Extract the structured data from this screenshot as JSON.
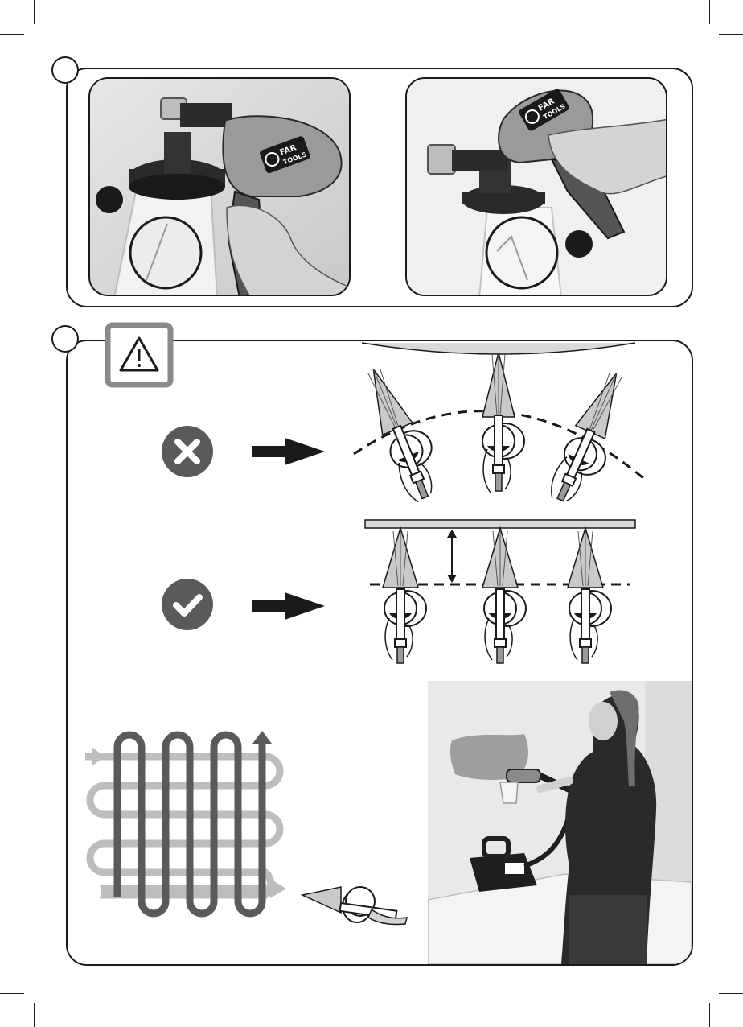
{
  "brand": {
    "logo_text": "FAR TOOLS",
    "logo_line1": "FAR",
    "logo_line2": "TOOLS"
  },
  "sections": [
    {
      "id": "step-1",
      "photos": [
        "spray-gun-upright",
        "spray-gun-tilted"
      ]
    },
    {
      "id": "step-2",
      "warning_icon": "warning-triangle-icon"
    }
  ],
  "icons": {
    "incorrect": "cross-circle-icon",
    "correct": "check-circle-icon",
    "arrow": "right-arrow-icon"
  },
  "colors": {
    "ink": "#1a1a1a",
    "grey_icon": "#5a5a5a",
    "grey_panel": "#8a8a8a",
    "light_grey": "#bdbdbd"
  }
}
